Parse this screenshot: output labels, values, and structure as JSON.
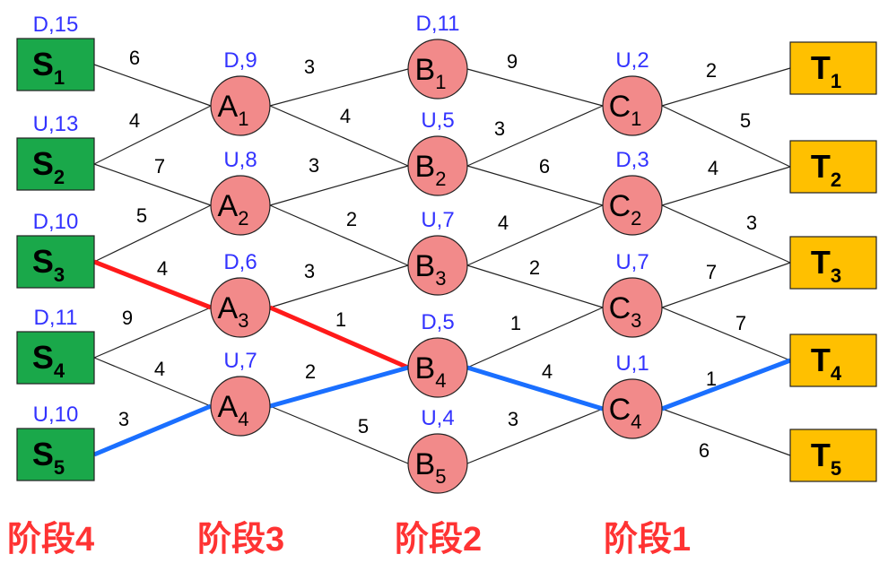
{
  "colors": {
    "source_fill": "#1aa84a",
    "sink_fill": "#ffc000",
    "node_fill": "#f28a8a",
    "decision_text": "#3333ff",
    "red_path": "#ff1a1a",
    "blue_path": "#1a6fff",
    "stage_text": "#ff3333"
  },
  "nodes": [
    {
      "id": "S1",
      "letter": "S",
      "sub": "1",
      "kind": "source",
      "decision": "D,15"
    },
    {
      "id": "S2",
      "letter": "S",
      "sub": "2",
      "kind": "source",
      "decision": "U,13"
    },
    {
      "id": "S3",
      "letter": "S",
      "sub": "3",
      "kind": "source",
      "decision": "D,10"
    },
    {
      "id": "S4",
      "letter": "S",
      "sub": "4",
      "kind": "source",
      "decision": "D,11"
    },
    {
      "id": "S5",
      "letter": "S",
      "sub": "5",
      "kind": "source",
      "decision": "U,10"
    },
    {
      "id": "A1",
      "letter": "A",
      "sub": "1",
      "kind": "node",
      "decision": "D,9"
    },
    {
      "id": "A2",
      "letter": "A",
      "sub": "2",
      "kind": "node",
      "decision": "U,8"
    },
    {
      "id": "A3",
      "letter": "A",
      "sub": "3",
      "kind": "node",
      "decision": "D,6"
    },
    {
      "id": "A4",
      "letter": "A",
      "sub": "4",
      "kind": "node",
      "decision": "U,7"
    },
    {
      "id": "B1",
      "letter": "B",
      "sub": "1",
      "kind": "node",
      "decision": "D,11"
    },
    {
      "id": "B2",
      "letter": "B",
      "sub": "2",
      "kind": "node",
      "decision": "U,5"
    },
    {
      "id": "B3",
      "letter": "B",
      "sub": "3",
      "kind": "node",
      "decision": "U,7"
    },
    {
      "id": "B4",
      "letter": "B",
      "sub": "4",
      "kind": "node",
      "decision": "D,5"
    },
    {
      "id": "B5",
      "letter": "B",
      "sub": "5",
      "kind": "node",
      "decision": "U,4"
    },
    {
      "id": "C1",
      "letter": "C",
      "sub": "1",
      "kind": "node",
      "decision": "U,2"
    },
    {
      "id": "C2",
      "letter": "C",
      "sub": "2",
      "kind": "node",
      "decision": "D,3"
    },
    {
      "id": "C3",
      "letter": "C",
      "sub": "3",
      "kind": "node",
      "decision": "U,7"
    },
    {
      "id": "C4",
      "letter": "C",
      "sub": "4",
      "kind": "node",
      "decision": "U,1"
    },
    {
      "id": "T1",
      "letter": "T",
      "sub": "1",
      "kind": "sink",
      "decision": ""
    },
    {
      "id": "T2",
      "letter": "T",
      "sub": "2",
      "kind": "sink",
      "decision": ""
    },
    {
      "id": "T3",
      "letter": "T",
      "sub": "3",
      "kind": "sink",
      "decision": ""
    },
    {
      "id": "T4",
      "letter": "T",
      "sub": "4",
      "kind": "sink",
      "decision": ""
    },
    {
      "id": "T5",
      "letter": "T",
      "sub": "5",
      "kind": "sink",
      "decision": ""
    }
  ],
  "edges": [
    {
      "from": "S1",
      "to": "A1",
      "weight": "6",
      "highlight": ""
    },
    {
      "from": "S2",
      "to": "A1",
      "weight": "4",
      "highlight": ""
    },
    {
      "from": "S2",
      "to": "A2",
      "weight": "7",
      "highlight": ""
    },
    {
      "from": "S3",
      "to": "A2",
      "weight": "5",
      "highlight": ""
    },
    {
      "from": "S3",
      "to": "A3",
      "weight": "4",
      "highlight": "red"
    },
    {
      "from": "S4",
      "to": "A3",
      "weight": "9",
      "highlight": ""
    },
    {
      "from": "S4",
      "to": "A4",
      "weight": "4",
      "highlight": ""
    },
    {
      "from": "S5",
      "to": "A4",
      "weight": "3",
      "highlight": "blue"
    },
    {
      "from": "A1",
      "to": "B1",
      "weight": "3",
      "highlight": ""
    },
    {
      "from": "A1",
      "to": "B2",
      "weight": "4",
      "highlight": ""
    },
    {
      "from": "A2",
      "to": "B2",
      "weight": "3",
      "highlight": ""
    },
    {
      "from": "A2",
      "to": "B3",
      "weight": "2",
      "highlight": ""
    },
    {
      "from": "A3",
      "to": "B3",
      "weight": "3",
      "highlight": ""
    },
    {
      "from": "A3",
      "to": "B4",
      "weight": "1",
      "highlight": "red"
    },
    {
      "from": "A4",
      "to": "B4",
      "weight": "2",
      "highlight": "blue"
    },
    {
      "from": "A4",
      "to": "B5",
      "weight": "5",
      "highlight": ""
    },
    {
      "from": "B1",
      "to": "C1",
      "weight": "9",
      "highlight": ""
    },
    {
      "from": "B2",
      "to": "C1",
      "weight": "3",
      "highlight": ""
    },
    {
      "from": "B2",
      "to": "C2",
      "weight": "6",
      "highlight": ""
    },
    {
      "from": "B3",
      "to": "C2",
      "weight": "4",
      "highlight": ""
    },
    {
      "from": "B3",
      "to": "C3",
      "weight": "2",
      "highlight": ""
    },
    {
      "from": "B4",
      "to": "C3",
      "weight": "1",
      "highlight": ""
    },
    {
      "from": "B4",
      "to": "C4",
      "weight": "4",
      "highlight": "blue"
    },
    {
      "from": "B5",
      "to": "C4",
      "weight": "3",
      "highlight": ""
    },
    {
      "from": "C1",
      "to": "T1",
      "weight": "2",
      "highlight": ""
    },
    {
      "from": "C1",
      "to": "T2",
      "weight": "5",
      "highlight": ""
    },
    {
      "from": "C2",
      "to": "T2",
      "weight": "4",
      "highlight": ""
    },
    {
      "from": "C2",
      "to": "T3",
      "weight": "3",
      "highlight": ""
    },
    {
      "from": "C3",
      "to": "T3",
      "weight": "7",
      "highlight": ""
    },
    {
      "from": "C3",
      "to": "T4",
      "weight": "7",
      "highlight": ""
    },
    {
      "from": "C4",
      "to": "T4",
      "weight": "1",
      "highlight": "blue"
    },
    {
      "from": "C4",
      "to": "T5",
      "weight": "6",
      "highlight": ""
    }
  ],
  "stages": [
    {
      "label": "阶段",
      "number": "4"
    },
    {
      "label": "阶段",
      "number": "3"
    },
    {
      "label": "阶段",
      "number": "2"
    },
    {
      "label": "阶段",
      "number": "1"
    }
  ]
}
